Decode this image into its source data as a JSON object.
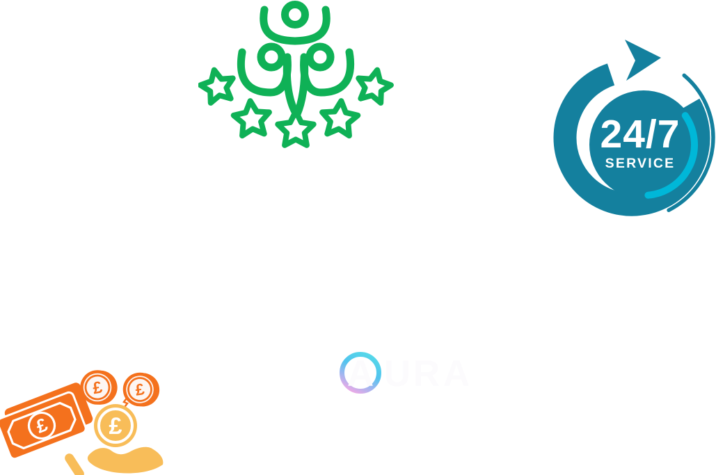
{
  "page": {
    "background_color": "#ffffff"
  },
  "customer_satisfaction_icon": {
    "semantic": "three-people-celebrating-with-five-stars",
    "color": "#0fb156",
    "people_count": 3,
    "star_count": 5
  },
  "service_badge": {
    "line1": "24/7",
    "line2": "SERVICE",
    "ring_color": "#14809e",
    "disc_color": "#14809e",
    "accent_color": "#00b7d8",
    "text_color": "#ffffff"
  },
  "money_icon": {
    "currency_symbol": "£",
    "orange": "#f4711d",
    "gold": "#f8bd59",
    "coin_fill": "#fdf6f3",
    "outline_coin_count": 2
  },
  "logo": {
    "word": "AURA",
    "letters": [
      "A",
      "U",
      "R",
      "A"
    ],
    "letter_color": "#fcfbfd",
    "ring_gradient": [
      "#55d7e9",
      "#52c4ee",
      "#9fb6f0",
      "#efa9e6"
    ]
  }
}
